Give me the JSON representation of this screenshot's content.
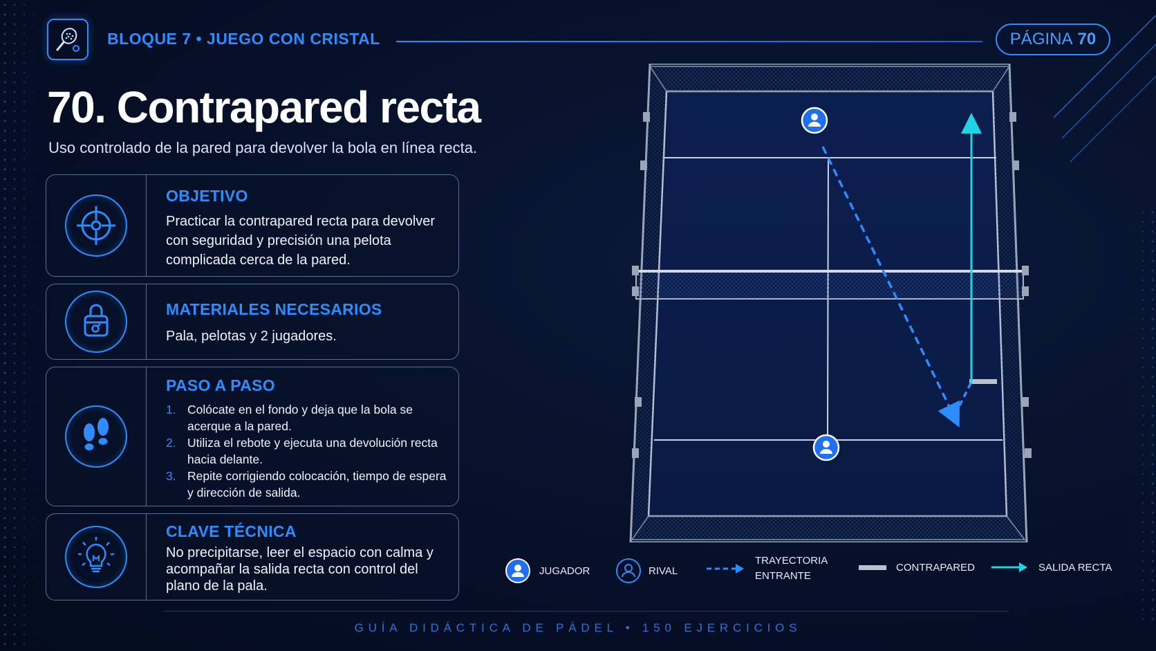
{
  "header": {
    "block_label": "BLOQUE 7 • JUEGO CON CRISTAL",
    "page_word": "PÁGINA",
    "page_number": "70"
  },
  "title": "70. Contrapared recta",
  "subtitle": "Uso controlado de la pared para devolver la bola en línea recta.",
  "cards": {
    "objetivo": {
      "heading": "OBJETIVO",
      "icon": "crosshair-icon",
      "lines": [
        "Practicar la contrapared recta para devolver",
        "con seguridad y precisión una pelota",
        "complicada cerca de la pared."
      ]
    },
    "materiales": {
      "heading": "MATERIALES NECESARIOS",
      "icon": "bag-icon",
      "text": "Pala, pelotas y 2 jugadores."
    },
    "pasos": {
      "heading": "PASO A PASO",
      "icon": "footsteps-icon",
      "steps": [
        {
          "num": "1.",
          "line1": "Colócate en el fondo y deja que la bola se",
          "line2": "acerque a la pared."
        },
        {
          "num": "2.",
          "line1": "Utiliza el rebote y ejecuta una devolución recta",
          "line2": "hacia delante."
        },
        {
          "num": "3.",
          "line1": "Repite corrigiendo colocación, tiempo de espera",
          "line2": "y dirección de salida."
        }
      ]
    },
    "clave": {
      "heading": "CLAVE TÉCNICA",
      "icon": "lightbulb-icon",
      "lines": [
        "No precipitarse, leer el espacio con calma y",
        "acompañar la salida recta con control del",
        "plano de la pala."
      ]
    }
  },
  "legend": {
    "jugador": "JUGADOR",
    "rival": "RIVAL",
    "trayectoria_1": "TRAYECTORIA",
    "trayectoria_2": "ENTRANTE",
    "contrapared": "CONTRAPARED",
    "salida": "SALIDA RECTA"
  },
  "footer": "GUÍA DIDÁCTICA DE PÁDEL • 150 EJERCICIOS",
  "colors": {
    "accent": "#2f8cff",
    "cyan": "#22d3e6",
    "background": "#061029"
  }
}
